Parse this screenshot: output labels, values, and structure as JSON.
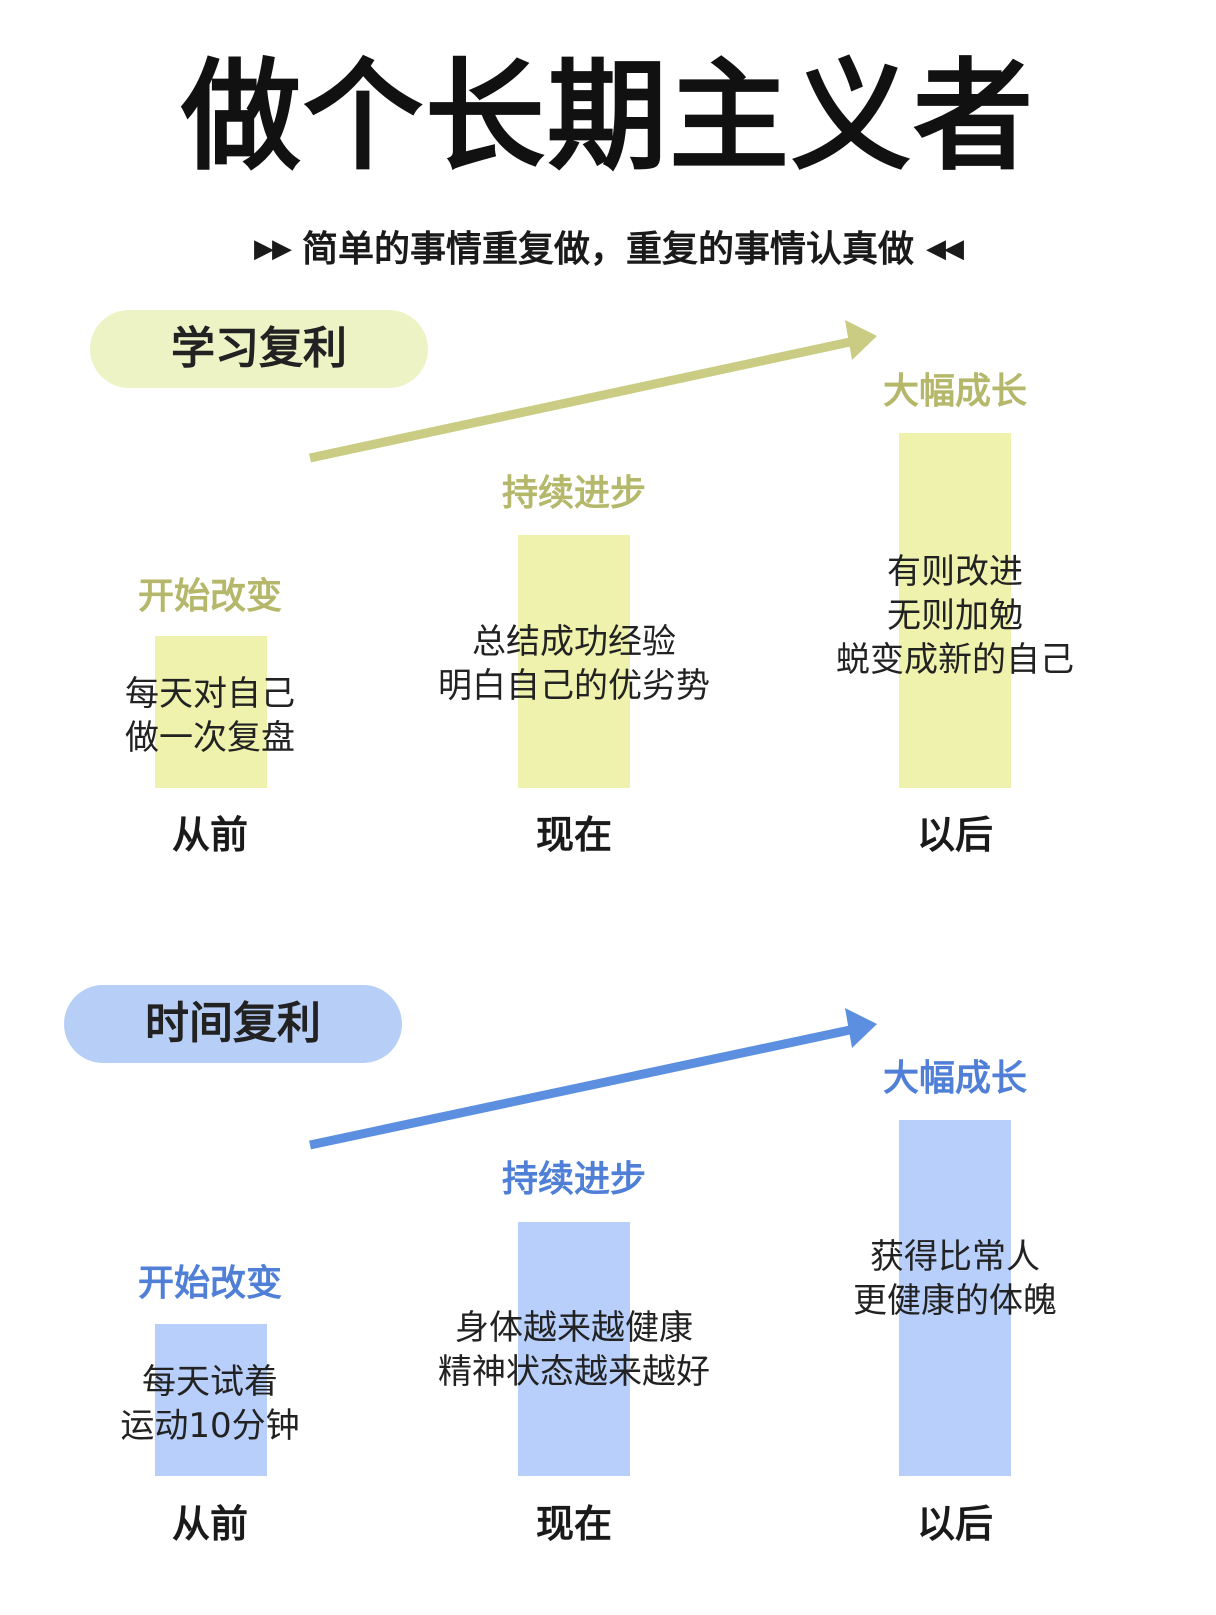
{
  "title": "做个长期主义者",
  "subtitle": {
    "left_marker": "▶▶",
    "text": "简单的事情重复做，重复的事情认真做",
    "right_marker": "◀◀"
  },
  "sections": [
    {
      "name": "学习复利",
      "pill_color": "#eef3c6",
      "bar_color": "#eef2ac",
      "label_color": "#b5b86a",
      "arrow_color": "#c9cc82",
      "stages": [
        {
          "label": "开始改变",
          "desc": [
            "每天对自己",
            "做一次复盘"
          ],
          "time": "从前"
        },
        {
          "label": "持续进步",
          "desc": [
            "总结成功经验",
            "明白自己的优劣势"
          ],
          "time": "现在"
        },
        {
          "label": "大幅成长",
          "desc": [
            "有则改进",
            "无则加勉",
            "蜕变成新的自己"
          ],
          "time": "以后"
        }
      ]
    },
    {
      "name": "时间复利",
      "pill_color": "#b7cff7",
      "bar_color": "#b7cffa",
      "label_color": "#4f7fd6",
      "arrow_color": "#5d8fe0",
      "stages": [
        {
          "label": "开始改变",
          "desc": [
            "每天试着",
            "运动10分钟"
          ],
          "time": "从前"
        },
        {
          "label": "持续进步",
          "desc": [
            "身体越来越健康",
            "精神状态越来越好"
          ],
          "time": "现在"
        },
        {
          "label": "大幅成长",
          "desc": [
            "获得比常人",
            "更健康的体魄"
          ],
          "time": "以后"
        }
      ]
    }
  ]
}
